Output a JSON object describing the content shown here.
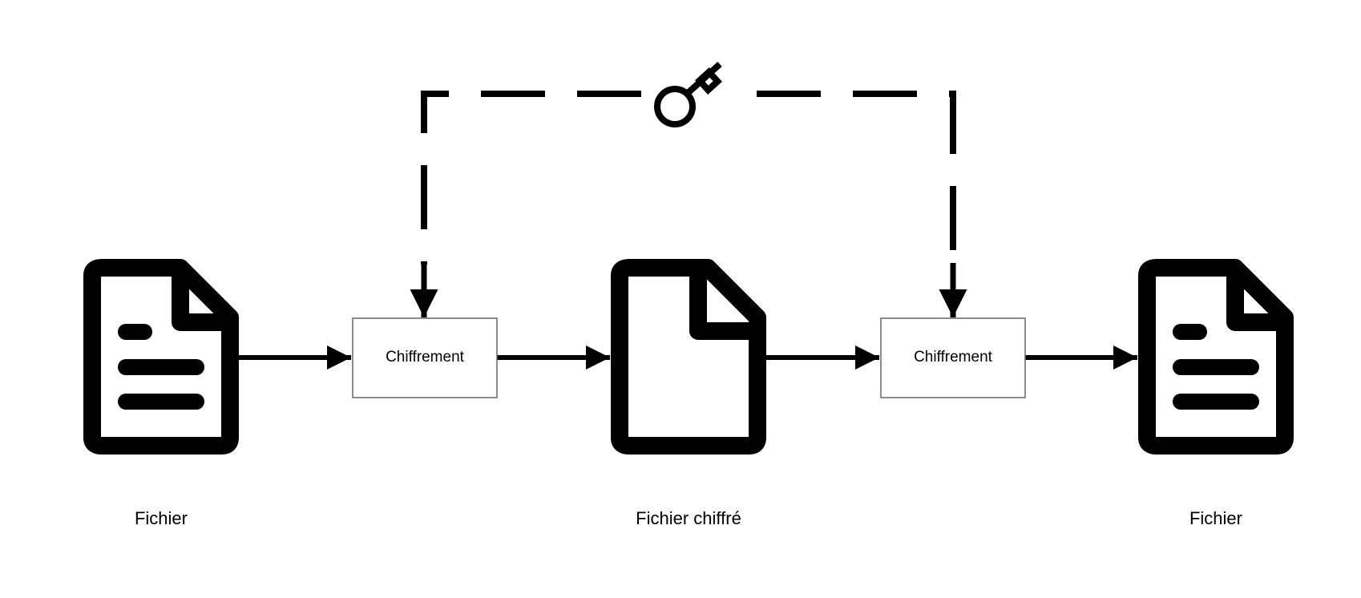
{
  "diagram": {
    "colors": {
      "stroke": "#000000",
      "box_fill": "#ffffff",
      "box_border": "#666666",
      "background": "#ffffff"
    },
    "nodes": {
      "source_file": {
        "icon": "document-with-lines-icon",
        "caption": "Fichier"
      },
      "encrypt_step": {
        "label": "Chiffrement"
      },
      "encrypted_file": {
        "icon": "blank-document-icon",
        "caption": "Fichier chiffré"
      },
      "decrypt_step": {
        "label": "Chiffrement"
      },
      "output_file": {
        "icon": "document-with-lines-icon",
        "caption": "Fichier"
      }
    },
    "key": {
      "icon": "key-icon"
    },
    "connectors": {
      "flow": [
        "source_file→encrypt_step",
        "encrypt_step→encrypted_file",
        "encrypted_file→decrypt_step",
        "decrypt_step→output_file"
      ],
      "key_links": [
        "key→encrypt_step",
        "key→decrypt_step"
      ],
      "key_link_style": "dashed"
    }
  }
}
